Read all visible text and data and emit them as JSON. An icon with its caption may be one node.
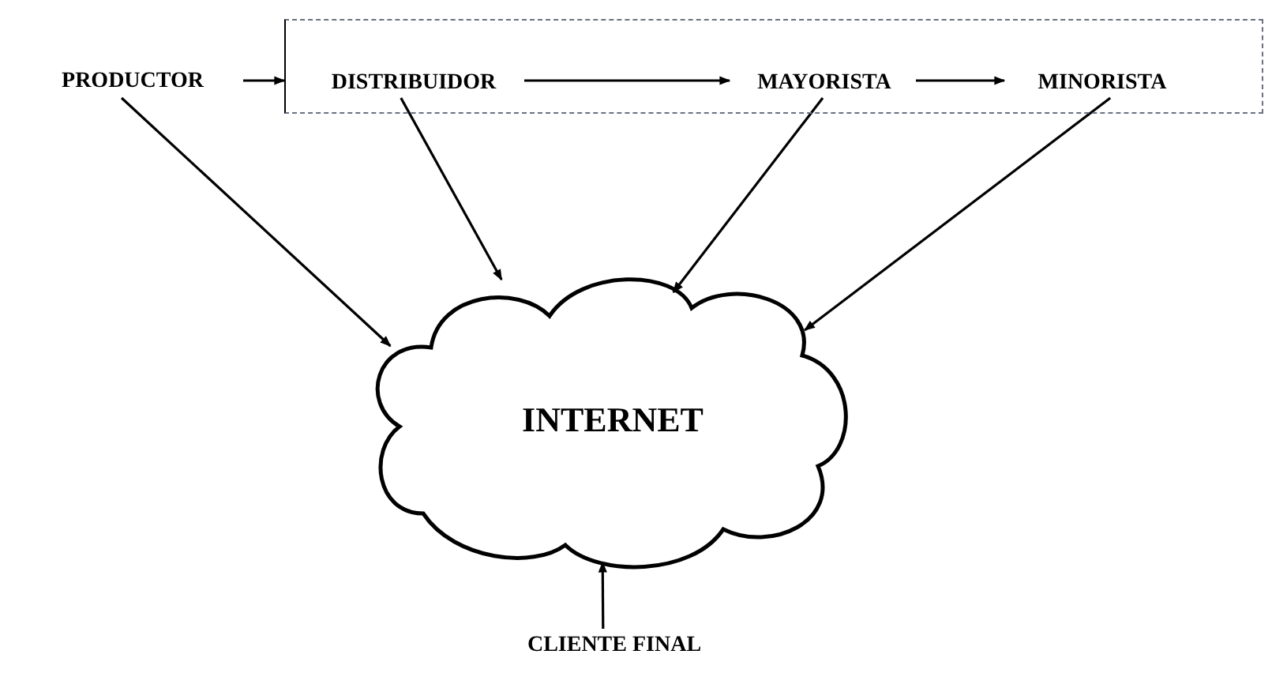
{
  "diagram": {
    "nodes": [
      {
        "text": [
          "PRODUCTOR"
        ]
      },
      {
        "text": [],
        "shape": "box"
      },
      {
        "text": [
          "DISTRIBUIDOR"
        ],
        "in": 1
      },
      {
        "text": [
          "MAYORISTA"
        ],
        "in": 1
      },
      {
        "text": [
          "MINORISTA"
        ],
        "in": 1
      },
      {
        "text": [
          "INTERNET"
        ]
      },
      {
        "text": [
          "CLIENTE FINAL"
        ]
      }
    ],
    "edges": [
      {
        "from": 0,
        "to": 1,
        "arrow": "to"
      },
      {
        "from": 2,
        "to": 3,
        "arrow": "to"
      },
      {
        "from": 3,
        "to": 4,
        "arrow": "to"
      },
      {
        "from": 0,
        "to": 5,
        "arrow": "to"
      },
      {
        "from": 2,
        "to": 5,
        "arrow": "to"
      },
      {
        "from": 3,
        "to": 5,
        "arrow": "to"
      },
      {
        "from": 4,
        "to": 5,
        "arrow": "to"
      },
      {
        "from": 6,
        "to": 5,
        "arrow": "to"
      }
    ]
  }
}
